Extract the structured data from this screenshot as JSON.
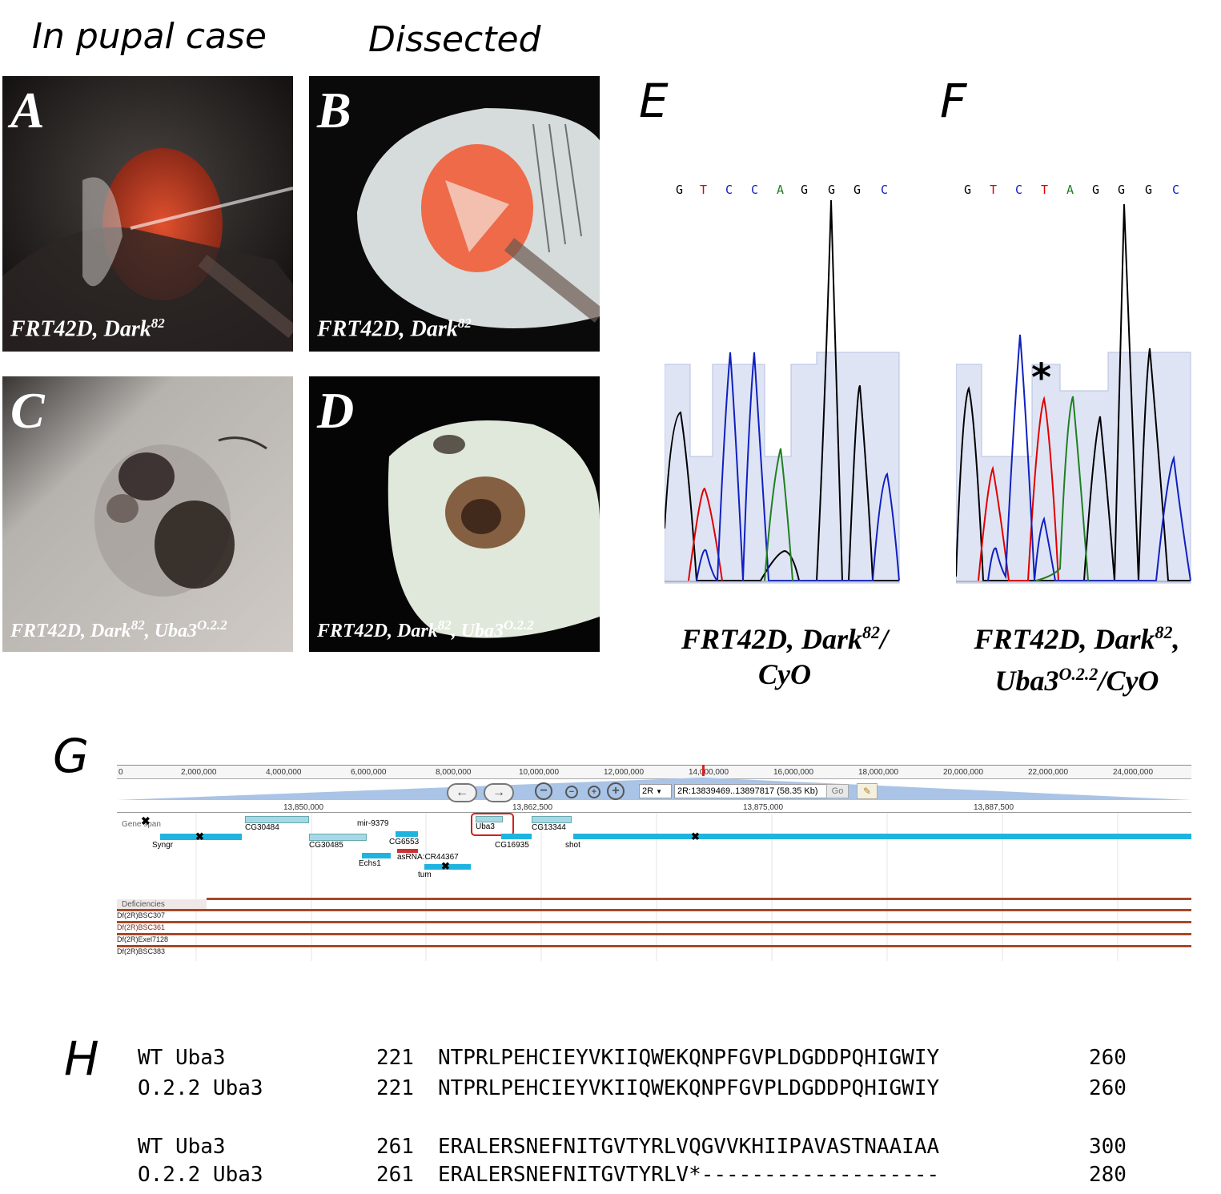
{
  "headers": {
    "in_pupal_case": "In pupal case",
    "dissected": "Dissected"
  },
  "panels": {
    "A": {
      "letter": "A",
      "caption": "FRT42D, Dark",
      "sup": "82",
      "caption_rest": ""
    },
    "B": {
      "letter": "B",
      "caption": "FRT42D, Dark",
      "sup": "82",
      "caption_rest": ""
    },
    "C": {
      "letter": "C",
      "caption": "FRT42D, Dark",
      "sup": "82",
      "caption_rest": ", Uba3",
      "sup2": "O.2.2"
    },
    "D": {
      "letter": "D",
      "caption": "FRT42D, Dark",
      "sup": "82",
      "caption_rest": ", Uba3",
      "sup2": "O.2.2"
    }
  },
  "chromatograms": {
    "E": {
      "letter": "E",
      "bases": [
        "G",
        "T",
        "C",
        "C",
        "A",
        "G",
        "G",
        "G",
        "C"
      ],
      "caption_line1": "FRT42D, Dark",
      "caption_sup": "82",
      "caption_line1_end": "/",
      "caption_line2": "CyO"
    },
    "F": {
      "letter": "F",
      "bases": [
        "G",
        "T",
        "C",
        "T",
        "A",
        "G",
        "G",
        "G",
        "C"
      ],
      "mutation_marker": "*",
      "caption_line1": "FRT42D, Dark",
      "caption_sup": "82",
      "caption_line1_end": ",",
      "caption_line2_pre": "Uba3",
      "caption_line2_sup": "O.2.2",
      "caption_line2_end": "/CyO"
    },
    "base_colors": {
      "G": "#000000",
      "T": "#e00000",
      "C": "#1020c0",
      "A": "#208020"
    }
  },
  "browser": {
    "letter": "G",
    "overview_ticks": [
      "0",
      "2,000,000",
      "4,000,000",
      "6,000,000",
      "8,000,000",
      "10,000,000",
      "12,000,000",
      "14,000,000",
      "16,000,000",
      "18,000,000",
      "20,000,000",
      "22,000,000",
      "24,000,000"
    ],
    "chromosome": "2R",
    "location": "2R:13839469..13897817 (58.35 Kb)",
    "go_label": "Go",
    "detail_ticks": [
      "13,850,000",
      "13,862,500",
      "13,875,000",
      "13,887,500"
    ],
    "gene_track_label": "Gene span",
    "genes": [
      "Syngr",
      "CG30484",
      "CG30485",
      "mir-9379",
      "Echs1",
      "CG6553",
      "asRNA:CR44367",
      "tum",
      "Uba3",
      "CG16935",
      "CG13344",
      "shot"
    ],
    "deficiency_track_label": "Deficiencies",
    "deficiencies": [
      "Df(2R)BSC307",
      "Df(2R)BSC361",
      "Df(2R)Exel7128",
      "Df(2R)BSC383"
    ]
  },
  "alignment": {
    "letter": "H",
    "rows": [
      {
        "name": "WT Uba3",
        "start": "221",
        "seq": "NTPRLPEHCIEYVKIIQWEKQNPFGVPLDGDDPQHIGWIY",
        "end": "260"
      },
      {
        "name": "O.2.2 Uba3",
        "start": "221",
        "seq": "NTPRLPEHCIEYVKIIQWEKQNPFGVPLDGDDPQHIGWIY",
        "end": "260"
      },
      {
        "name": "WT Uba3",
        "start": "261",
        "seq": "ERALERSNEFNITGVTYRLVQGVVKHIIPAVASTNAAIAA",
        "end": "300"
      },
      {
        "name": "O.2.2 Uba3",
        "start": "261",
        "seq": "ERALERSNEFNITGVTYRLV*-------------------",
        "end": "280"
      }
    ]
  }
}
